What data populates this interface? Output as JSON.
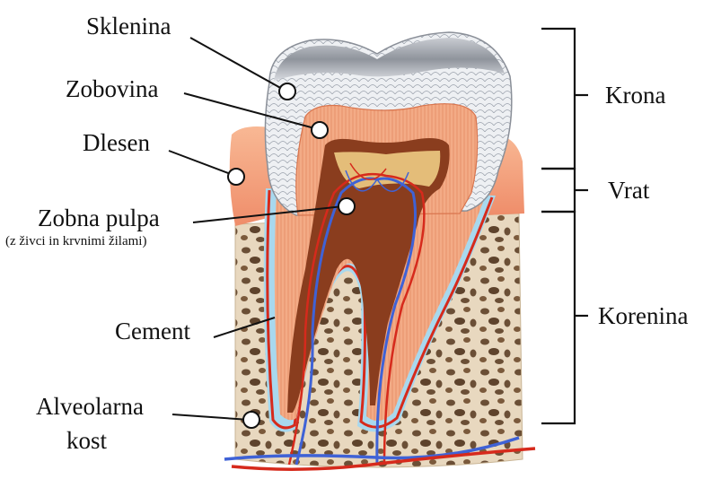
{
  "labels": {
    "enamel": "Sklenina",
    "dentin": "Zobovina",
    "gum": "Dlesen",
    "pulp": "Zobna pulpa",
    "pulp_note": "(z živci in krvnimi žilami)",
    "cement": "Cement",
    "bone_line1": "Alveolarna",
    "bone_line2": "kost"
  },
  "sections": {
    "crown": "Krona",
    "neck": "Vrat",
    "root": "Korenina"
  },
  "colors": {
    "enamel": "#e6e9ee",
    "dentin": "#f2a882",
    "pulp": "#8a3d1e",
    "gum": "#f5a582",
    "bone": "#e8d8bf",
    "bone_holes": "#6b4f36",
    "nerve_blue": "#3f62d6",
    "blood_red": "#d62a1c",
    "cement_blue": "#a8d8ee"
  }
}
